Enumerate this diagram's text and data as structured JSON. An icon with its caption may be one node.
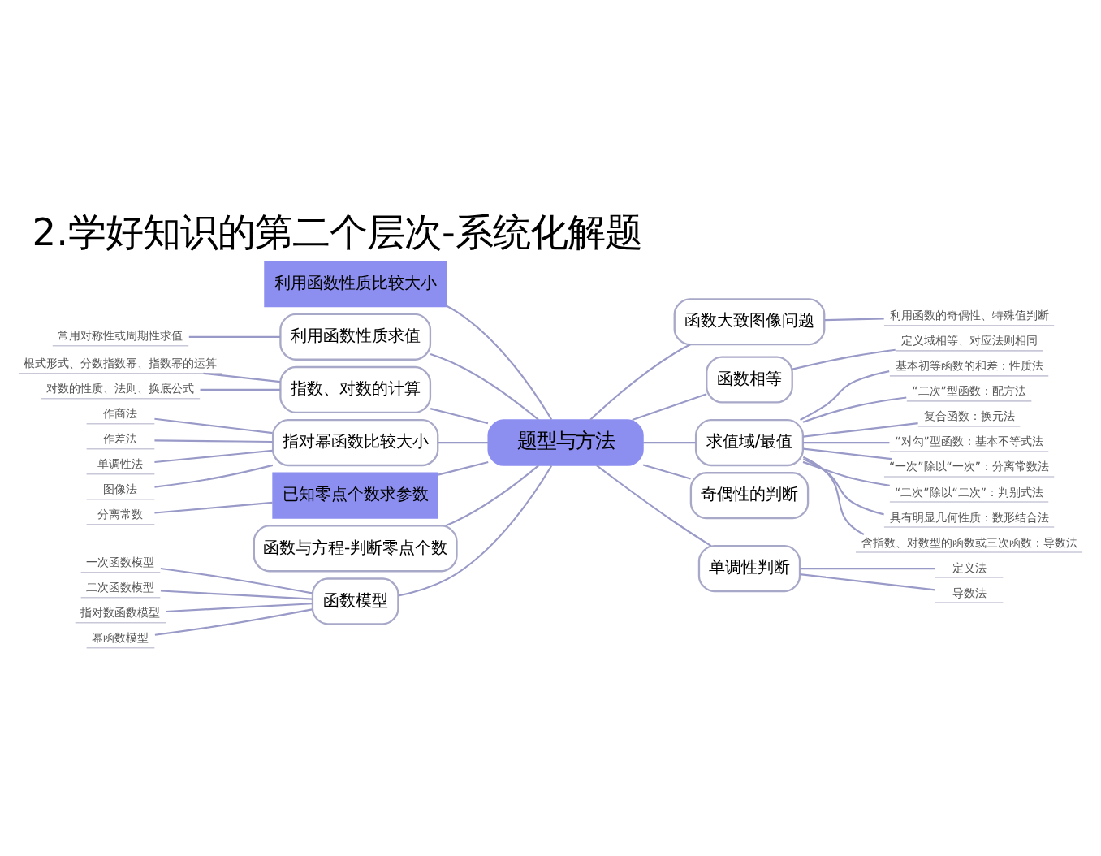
{
  "diagram": {
    "title": "2.学好知识的第二个层次-系统化解题",
    "nodes": [
      {
        "text": [
          "题型与方法"
        ]
      },
      {
        "text": [
          "利用函数性质比较大小"
        ]
      },
      {
        "text": [
          "利用函数性质求值"
        ]
      },
      {
        "text": [
          "常用对称性或周期性求值"
        ]
      },
      {
        "text": [
          "指数、对数的计算"
        ]
      },
      {
        "text": [
          "根式形式、分数指数幂、指数幂的运算"
        ]
      },
      {
        "text": [
          "对数的性质、法则、换底公式"
        ]
      },
      {
        "text": [
          "指对幂函数比较大小"
        ]
      },
      {
        "text": [
          "作商法"
        ]
      },
      {
        "text": [
          "作差法"
        ]
      },
      {
        "text": [
          "单调性法"
        ]
      },
      {
        "text": [
          "图像法"
        ]
      },
      {
        "text": [
          "已知零点个数求参数"
        ]
      },
      {
        "text": [
          "分离常数"
        ]
      },
      {
        "text": [
          "函数与方程-判断零点个数"
        ]
      },
      {
        "text": [
          "函数模型"
        ]
      },
      {
        "text": [
          "一次函数模型"
        ]
      },
      {
        "text": [
          "二次函数模型"
        ]
      },
      {
        "text": [
          "指对数函数模型"
        ]
      },
      {
        "text": [
          "幂函数模型"
        ]
      },
      {
        "text": [
          "函数大致图像问题"
        ]
      },
      {
        "text": [
          "利用函数的奇偶性、特殊值判断"
        ]
      },
      {
        "text": [
          "函数相等"
        ]
      },
      {
        "text": [
          "定义域相等、对应法则相同"
        ]
      },
      {
        "text": [
          "求值域/最值"
        ]
      },
      {
        "text": [
          "基本初等函数的和差：性质法"
        ]
      },
      {
        "text": [
          "“二次”型函数：配方法"
        ]
      },
      {
        "text": [
          "复合函数：换元法"
        ]
      },
      {
        "text": [
          "“对勾”型函数：基本不等式法"
        ]
      },
      {
        "text": [
          "“一次”除以“一次”：分离常数法"
        ]
      },
      {
        "text": [
          "“二次”除以“二次”：判别式法"
        ]
      },
      {
        "text": [
          "具有明显几何性质：数形结合法"
        ]
      },
      {
        "text": [
          "含指数、对数型的函数或三次函数：导数法"
        ]
      },
      {
        "text": [
          "奇偶性的判断"
        ]
      },
      {
        "text": [
          "单调性判断"
        ]
      },
      {
        "text": [
          "定义法"
        ]
      },
      {
        "text": [
          "导数法"
        ]
      }
    ],
    "edges": [
      {
        "from": 0,
        "to": 1,
        "arrow": "none"
      },
      {
        "from": 0,
        "to": 2,
        "arrow": "none"
      },
      {
        "from": 2,
        "to": 3,
        "arrow": "none"
      },
      {
        "from": 0,
        "to": 4,
        "arrow": "none"
      },
      {
        "from": 4,
        "to": 5,
        "arrow": "none"
      },
      {
        "from": 4,
        "to": 6,
        "arrow": "none"
      },
      {
        "from": 0,
        "to": 7,
        "arrow": "none"
      },
      {
        "from": 7,
        "to": 8,
        "arrow": "none"
      },
      {
        "from": 7,
        "to": 9,
        "arrow": "none"
      },
      {
        "from": 7,
        "to": 10,
        "arrow": "none"
      },
      {
        "from": 7,
        "to": 11,
        "arrow": "none"
      },
      {
        "from": 0,
        "to": 12,
        "arrow": "none"
      },
      {
        "from": 12,
        "to": 13,
        "arrow": "none"
      },
      {
        "from": 0,
        "to": 14,
        "arrow": "none"
      },
      {
        "from": 0,
        "to": 15,
        "arrow": "none"
      },
      {
        "from": 15,
        "to": 16,
        "arrow": "none"
      },
      {
        "from": 15,
        "to": 17,
        "arrow": "none"
      },
      {
        "from": 15,
        "to": 18,
        "arrow": "none"
      },
      {
        "from": 15,
        "to": 19,
        "arrow": "none"
      },
      {
        "from": 0,
        "to": 20,
        "arrow": "none"
      },
      {
        "from": 20,
        "to": 21,
        "arrow": "none"
      },
      {
        "from": 0,
        "to": 22,
        "arrow": "none"
      },
      {
        "from": 22,
        "to": 23,
        "arrow": "none"
      },
      {
        "from": 0,
        "to": 24,
        "arrow": "none"
      },
      {
        "from": 24,
        "to": 25,
        "arrow": "none"
      },
      {
        "from": 24,
        "to": 26,
        "arrow": "none"
      },
      {
        "from": 24,
        "to": 27,
        "arrow": "none"
      },
      {
        "from": 24,
        "to": 28,
        "arrow": "none"
      },
      {
        "from": 24,
        "to": 29,
        "arrow": "none"
      },
      {
        "from": 24,
        "to": 30,
        "arrow": "none"
      },
      {
        "from": 24,
        "to": 31,
        "arrow": "none"
      },
      {
        "from": 24,
        "to": 32,
        "arrow": "none"
      },
      {
        "from": 0,
        "to": 33,
        "arrow": "none"
      },
      {
        "from": 0,
        "to": 34,
        "arrow": "none"
      },
      {
        "from": 34,
        "to": 35,
        "arrow": "none"
      },
      {
        "from": 34,
        "to": 36,
        "arrow": "none"
      }
    ]
  }
}
